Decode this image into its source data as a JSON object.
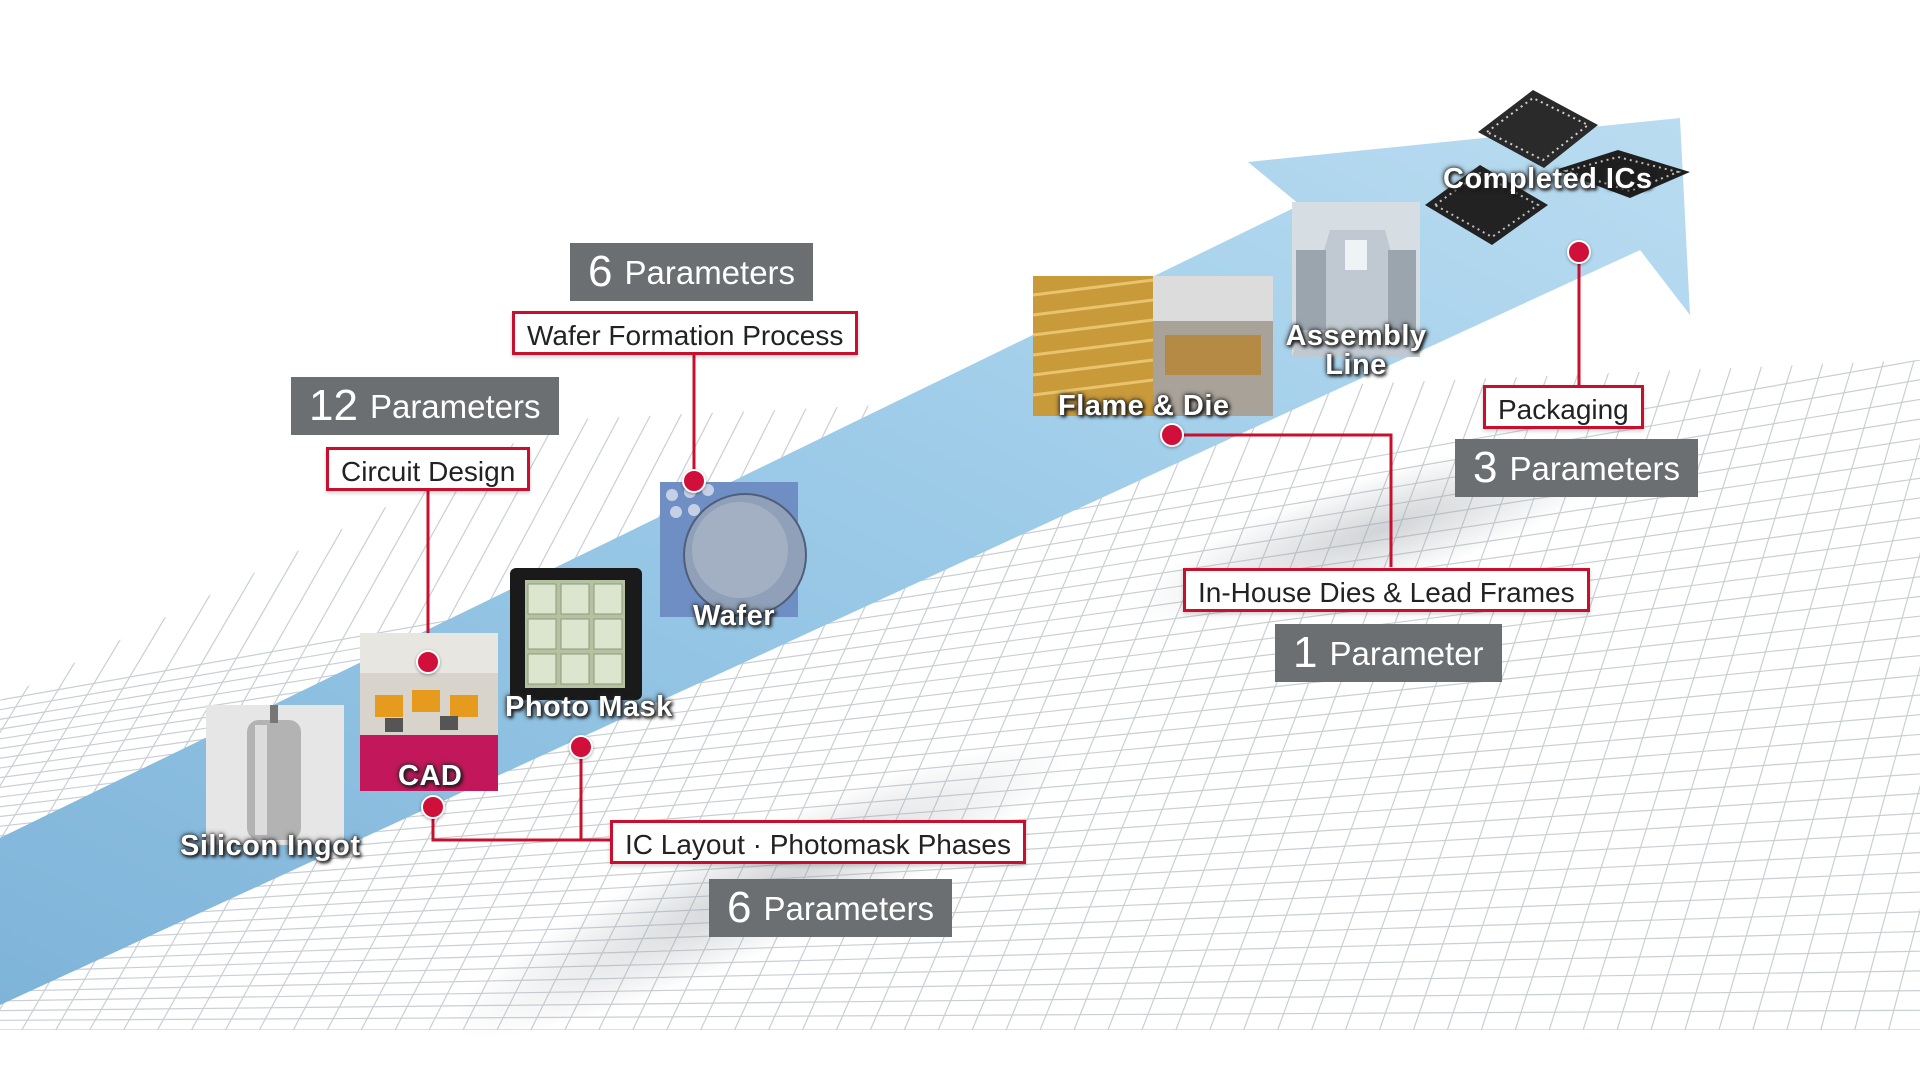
{
  "colors": {
    "arrow": "#8fc3e3",
    "connector": "#c8102e",
    "badge": "#6b6f72",
    "grid": "#c9cfd4"
  },
  "stages": {
    "silicon_ingot": "Silicon Ingot",
    "cad": "CAD",
    "photo_mask": "Photo Mask",
    "wafer": "Wafer",
    "flame_die": "Flame & Die",
    "assembly_line": "Assembly Line",
    "completed_ics": "Completed ICs"
  },
  "processes": {
    "circuit_design": {
      "label": "Circuit Design",
      "count": "12",
      "unit": "Parameters"
    },
    "wafer_formation": {
      "label": "Wafer Formation Process",
      "count": "6",
      "unit": "Parameters"
    },
    "ic_layout": {
      "label": "IC Layout · Photomask Phases",
      "count": "6",
      "unit": "Parameters"
    },
    "in_house_dies": {
      "label": "In-House Dies & Lead Frames",
      "count": "1",
      "unit": "Parameter"
    },
    "packaging": {
      "label": "Packaging",
      "count": "3",
      "unit": "Parameters"
    }
  }
}
